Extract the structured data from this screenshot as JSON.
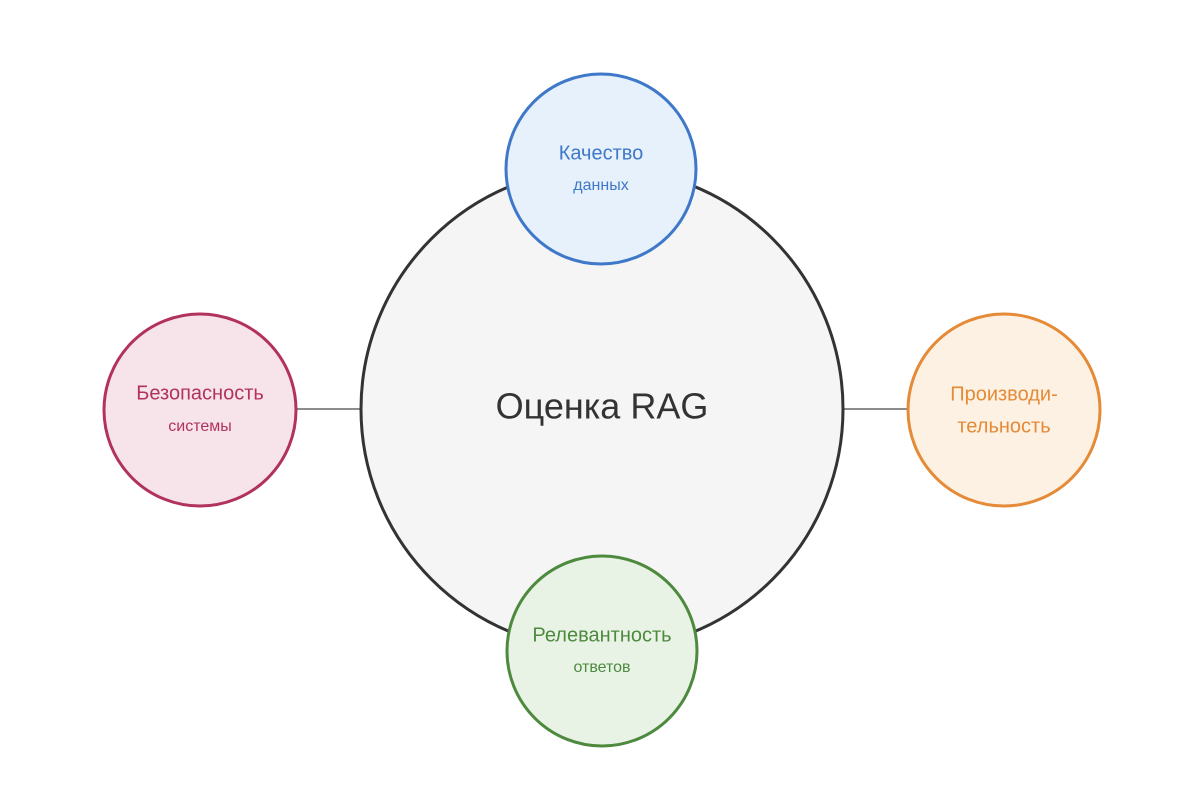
{
  "center": {
    "title": "Оценка RAG"
  },
  "nodes": {
    "top": {
      "line1": "Качество",
      "line2": "данных",
      "stroke": "#3f78c9",
      "fill": "#e6f1fb",
      "text_color": "#3f78c9"
    },
    "left": {
      "line1": "Безопасность",
      "line2": "системы",
      "stroke": "#b2325f",
      "fill": "#f7e3ea",
      "text_color": "#b2325f"
    },
    "right": {
      "line1": "Производи-",
      "line2": "тельность",
      "stroke": "#e58a37",
      "fill": "#fcf1e2",
      "text_color": "#e58a37"
    },
    "bottom": {
      "line1": "Релевантность",
      "line2": "ответов",
      "stroke": "#4d8a3e",
      "fill": "#e8f3e5",
      "text_color": "#4d8a3e"
    }
  }
}
